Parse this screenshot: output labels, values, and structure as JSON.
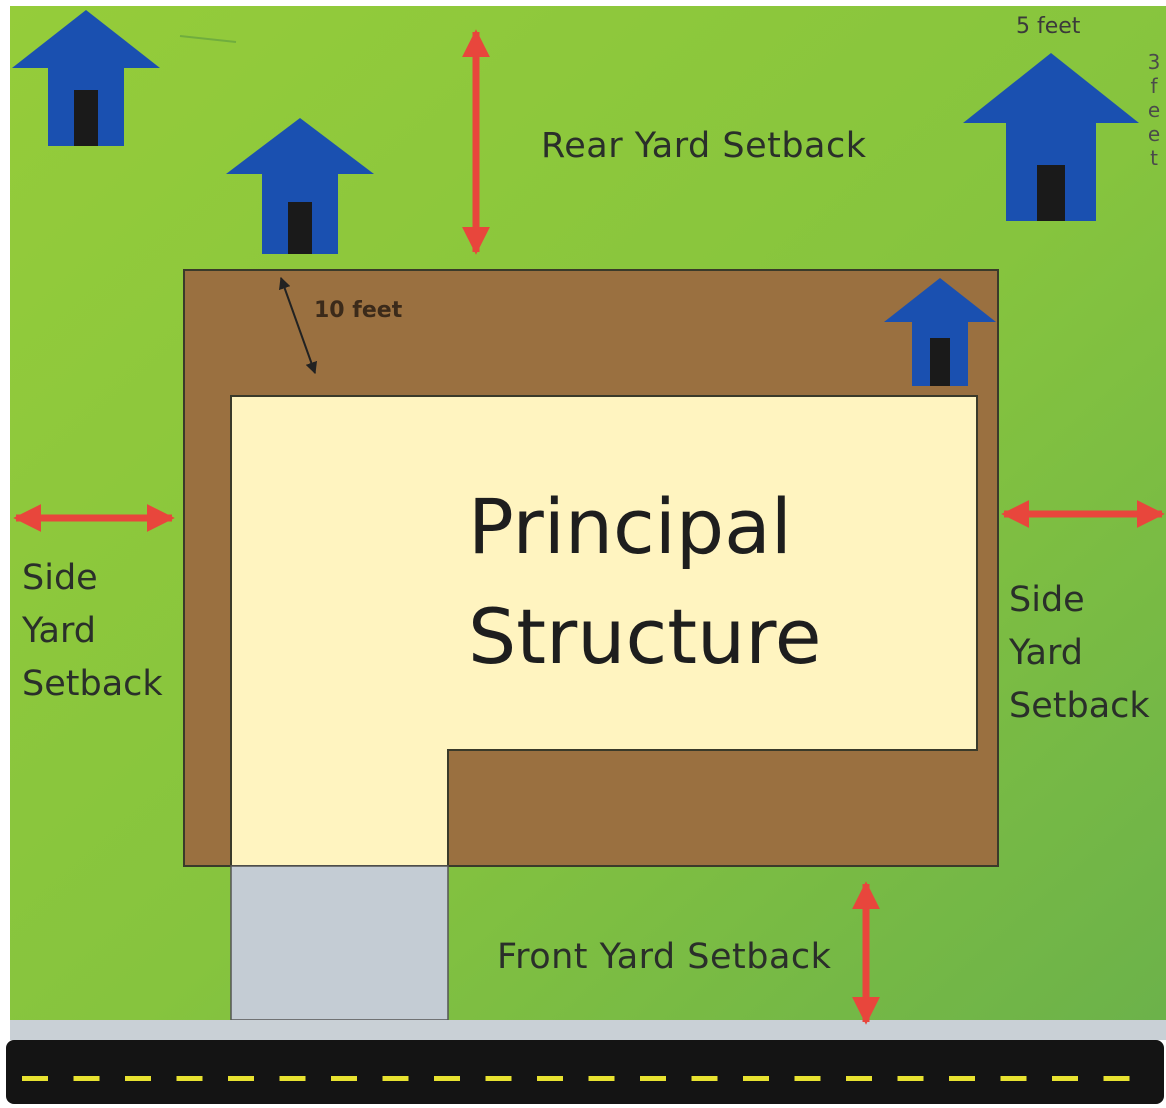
{
  "labels": {
    "rear_yard_setback": "Rear Yard Setback",
    "front_yard_setback": "Front Yard Setback",
    "side_yard_setback_left": [
      "Side",
      "Yard",
      "Setback"
    ],
    "side_yard_setback_right": [
      "Side",
      "Yard",
      "Setback"
    ],
    "principal_structure": [
      "Principal",
      "Structure"
    ],
    "ten_feet": "10 feet",
    "five_feet": "5 feet",
    "three_feet": [
      "3",
      "f",
      "e",
      "e",
      "t"
    ]
  },
  "colors": {
    "lawn": "#8cc83c",
    "setback_area": "#9a7040",
    "structure": "#fff4c0",
    "driveway": "#c4ccd4",
    "road": "#141414",
    "lane_dash": "#e8e230",
    "arrow": "#e8463c",
    "shed": "#1a50b0",
    "door": "#1a1a1a"
  },
  "icons": [
    "accessory-shed-icon",
    "double-arrow-icon"
  ]
}
